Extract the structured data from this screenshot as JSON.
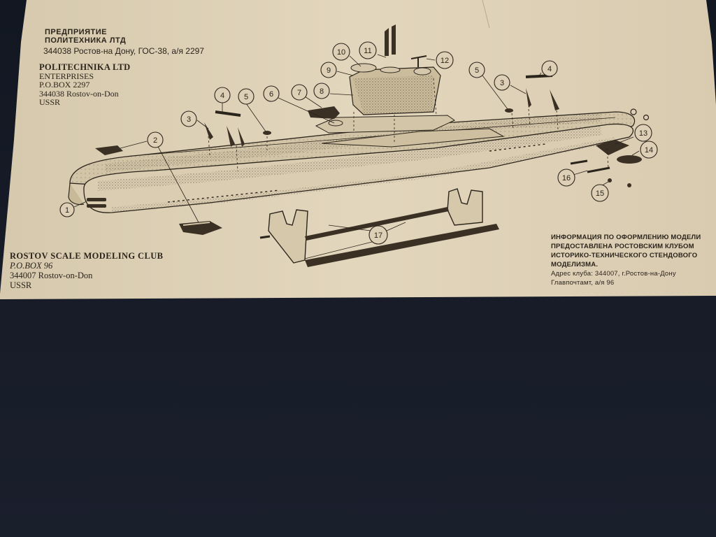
{
  "header_ru": {
    "line1": "ПРЕДПРИЯТИЕ",
    "line2": "ПОЛИТЕХНИКА ЛТД",
    "address": "344038 Ростов-на Дону, ГОС-38, а/я 2297"
  },
  "header_en": {
    "line1": "POLITECHNIKA LTD",
    "line2": "ENTERPRISES",
    "line3": "P.O.BOX 2297",
    "line4": "344038 Rostov-on-Don",
    "line5": "USSR"
  },
  "club": {
    "line1": "ROSTOV SCALE MODELING CLUB",
    "line2": "P.O.BOX 96",
    "line3": "344007 Rostov-on-Don",
    "line4": "USSR"
  },
  "info_ru": {
    "line1": "ИНФОРМАЦИЯ ПО ОФОРМЛЕНИЮ МОДЕЛИ",
    "line2": "ПРЕДОСТАВЛЕНА РОСТОВСКИМ КЛУБОМ",
    "line3": "ИСТОРИКО-ТЕХНИЧЕСКОГО СТЕНДОВОГО",
    "line4": "МОДЕЛИЗМА.",
    "line5": "Адрес клуба:   344007, г.Ростов-на-Дону",
    "line6": "Главпочтамт, а/я 96"
  },
  "callouts": {
    "c1": "1",
    "c2": "2",
    "c3a": "3",
    "c3b": "3",
    "c4a": "4",
    "c4b": "4",
    "c5a": "5",
    "c5b": "5",
    "c6": "6",
    "c7": "7",
    "c8": "8",
    "c9": "9",
    "c10": "10",
    "c11": "11",
    "c12": "12",
    "c13": "13",
    "c14": "14",
    "c15": "15",
    "c16": "16",
    "c17": "17"
  },
  "colors": {
    "paper": "#ddd0b6",
    "ink": "#2b241b",
    "background": "#161b26"
  }
}
